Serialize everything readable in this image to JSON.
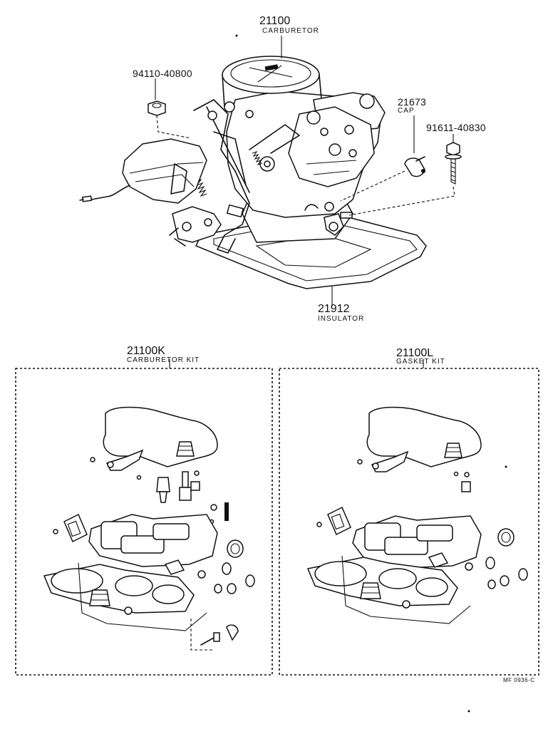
{
  "parts": {
    "carburetor": {
      "number": "21100",
      "name": "CARBURETOR"
    },
    "nut": {
      "number": "94110-40800"
    },
    "cap": {
      "number": "21673",
      "name": "CAP"
    },
    "bolt": {
      "number": "91611-40830"
    },
    "insulator": {
      "number": "21912",
      "name": "INSULATOR"
    },
    "carburetor_kit": {
      "number": "21100K",
      "name": "CARBURETOR KIT"
    },
    "gasket_kit": {
      "number": "21100L",
      "name": "GASKET KIT"
    }
  },
  "footer": {
    "code": "MF 0936-C"
  },
  "colors": {
    "ink": "#111111",
    "paper": "#ffffff"
  }
}
